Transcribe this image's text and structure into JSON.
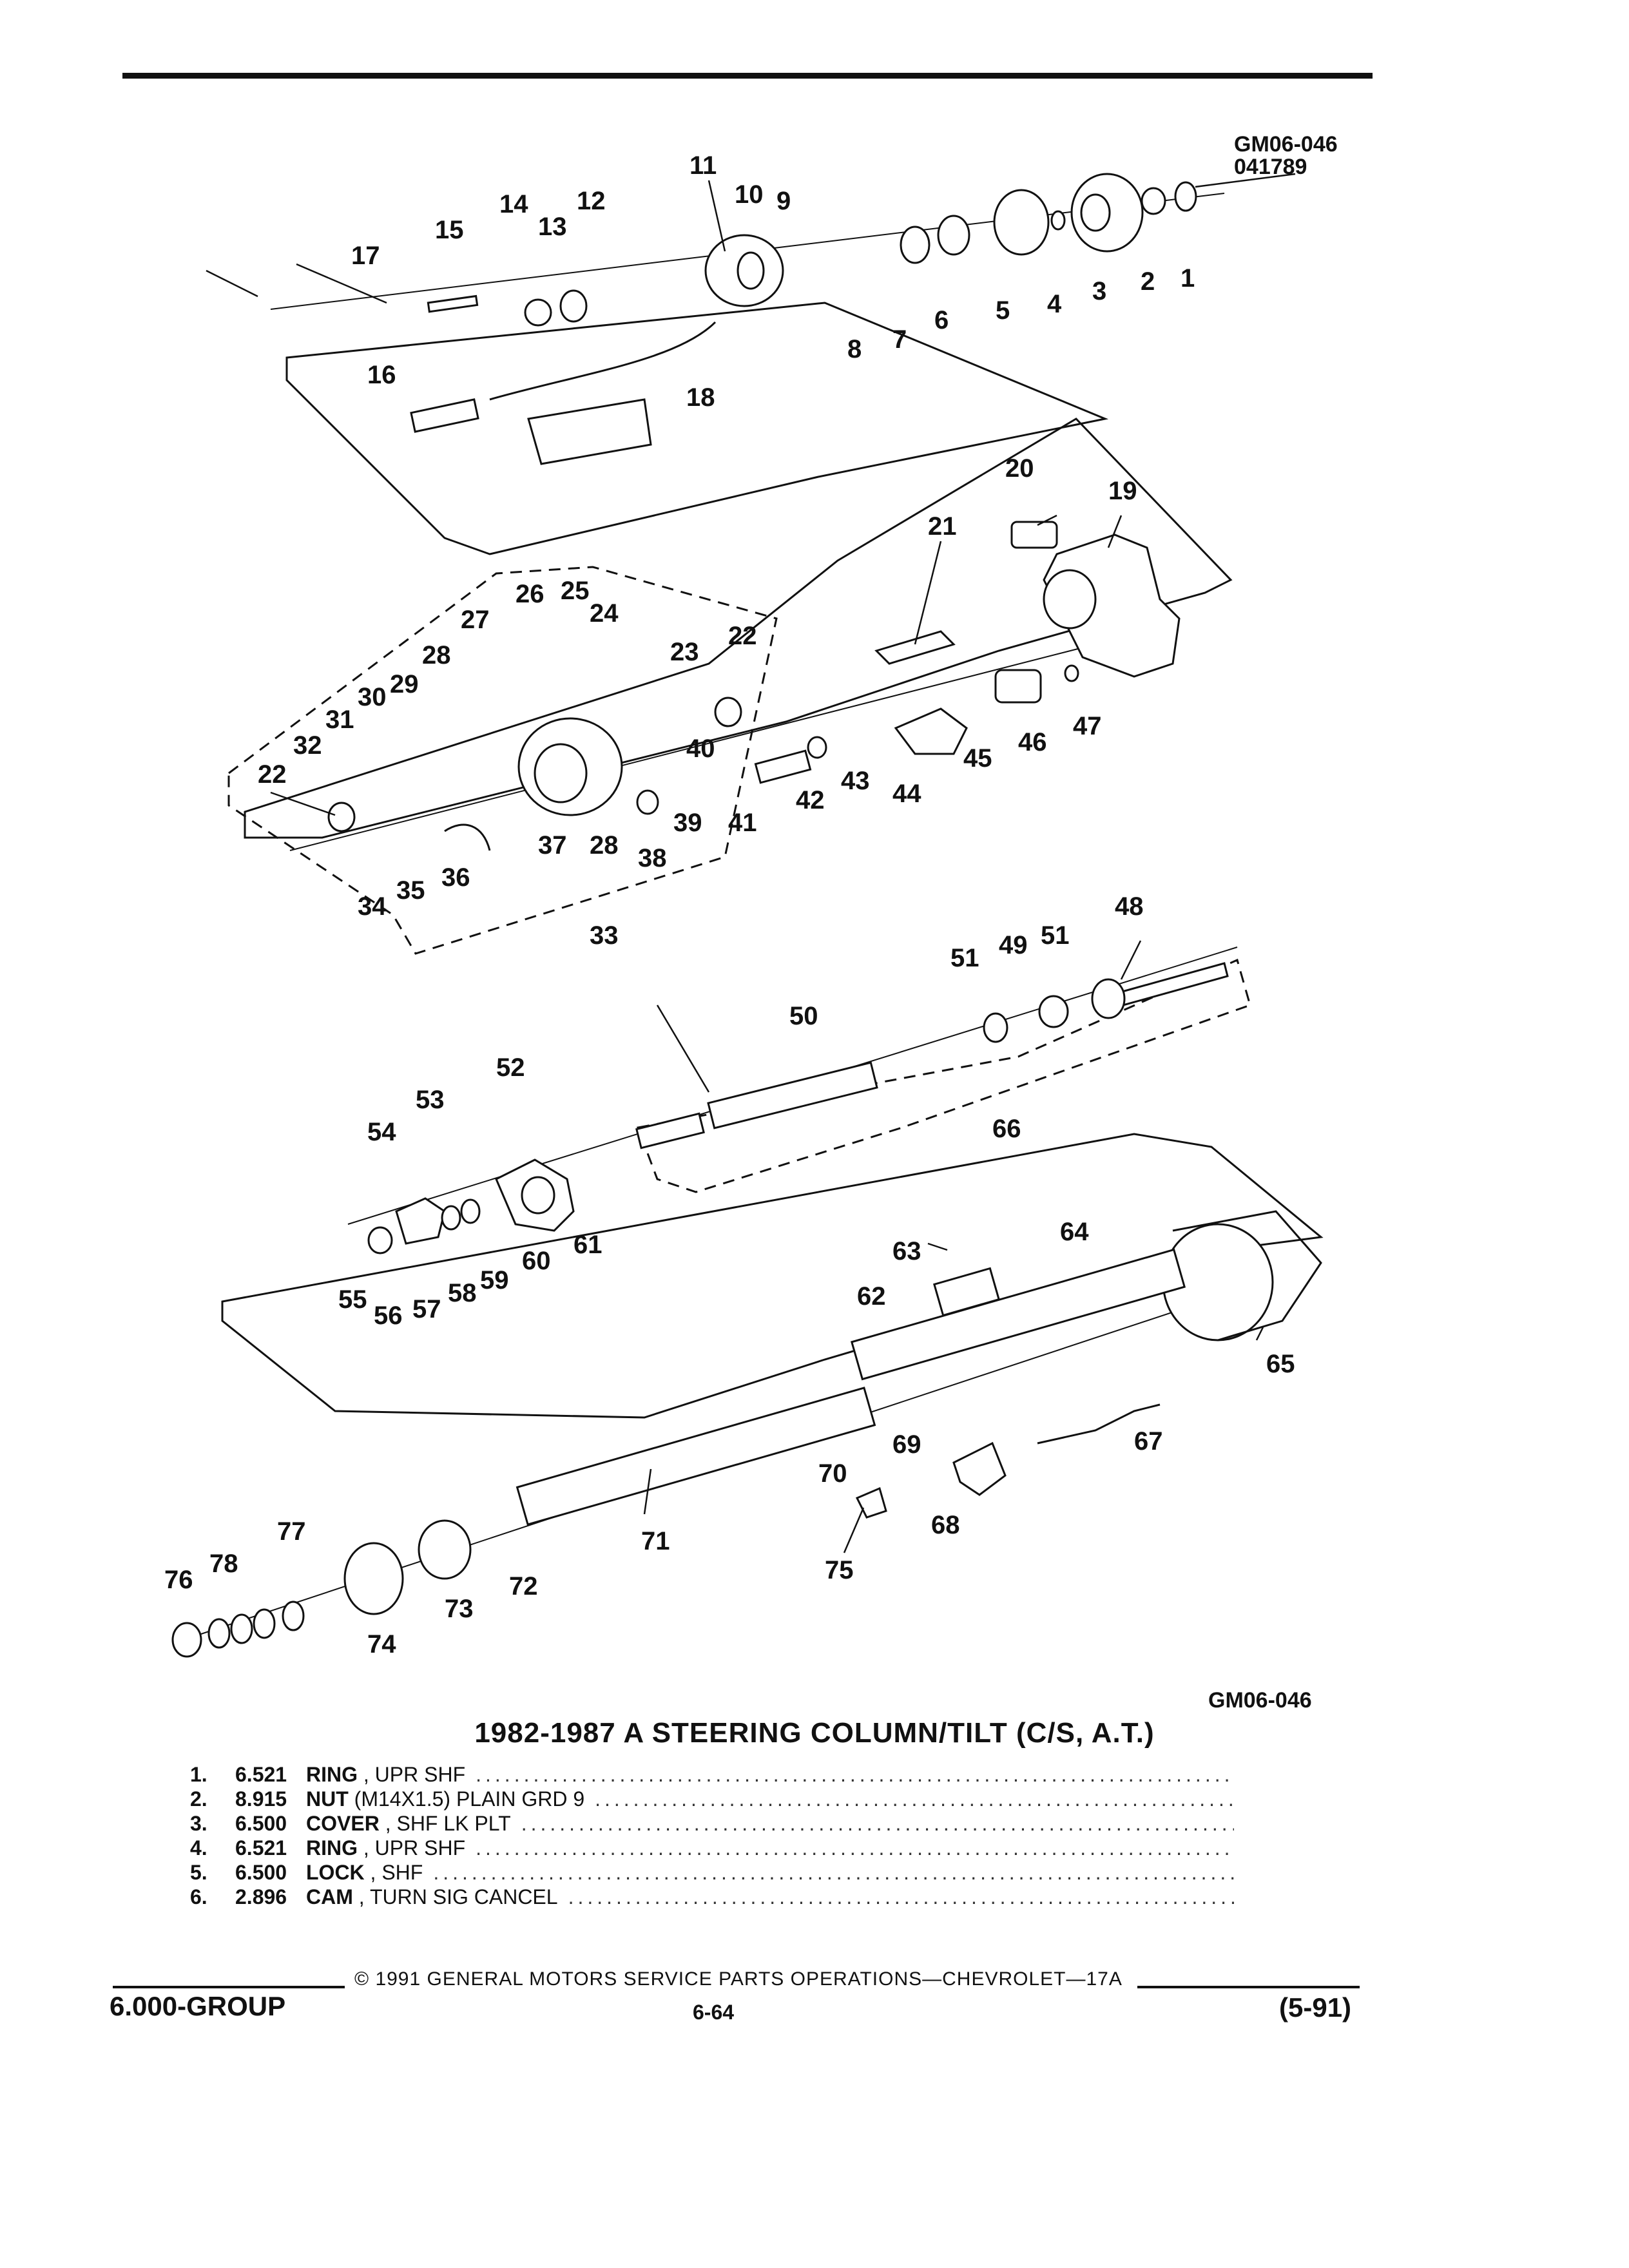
{
  "figure": {
    "ref_top": "GM06-046",
    "ref_date": "041789",
    "ref_bottom": "GM06-046",
    "callouts": [
      "1",
      "2",
      "3",
      "4",
      "5",
      "6",
      "7",
      "8",
      "9",
      "10",
      "11",
      "12",
      "13",
      "14",
      "15",
      "16",
      "17",
      "18",
      "19",
      "20",
      "21",
      "22",
      "22",
      "23",
      "24",
      "25",
      "26",
      "27",
      "28",
      "28",
      "29",
      "30",
      "31",
      "32",
      "33",
      "34",
      "35",
      "36",
      "37",
      "38",
      "39",
      "40",
      "41",
      "42",
      "43",
      "44",
      "45",
      "46",
      "47",
      "48",
      "49",
      "50",
      "51",
      "51",
      "52",
      "53",
      "54",
      "55",
      "56",
      "57",
      "58",
      "59",
      "60",
      "61",
      "62",
      "63",
      "64",
      "65",
      "66",
      "67",
      "68",
      "69",
      "70",
      "71",
      "72",
      "73",
      "74",
      "75",
      "76",
      "77",
      "78"
    ]
  },
  "title": "1982-1987 A STEERING COLUMN/TILT (C/S, A.T.)",
  "parts": [
    {
      "num": "1.",
      "code": "6.521",
      "name": "RING",
      "detail": ", UPR SHF"
    },
    {
      "num": "2.",
      "code": "8.915",
      "name": "NUT",
      "detail": "(M14X1.5) PLAIN GRD 9"
    },
    {
      "num": "3.",
      "code": "6.500",
      "name": "COVER",
      "detail": ", SHF LK PLT"
    },
    {
      "num": "4.",
      "code": "6.521",
      "name": "RING",
      "detail": ", UPR SHF"
    },
    {
      "num": "5.",
      "code": "6.500",
      "name": "LOCK",
      "detail": ", SHF"
    },
    {
      "num": "6.",
      "code": "2.896",
      "name": "CAM",
      "detail": ", TURN SIG CANCEL"
    }
  ],
  "footer": {
    "copyright": "© 1991 GENERAL MOTORS SERVICE PARTS OPERATIONS—CHEVROLET—17A",
    "group": "6.000-GROUP",
    "page": "6-64",
    "date": "(5-91)"
  }
}
